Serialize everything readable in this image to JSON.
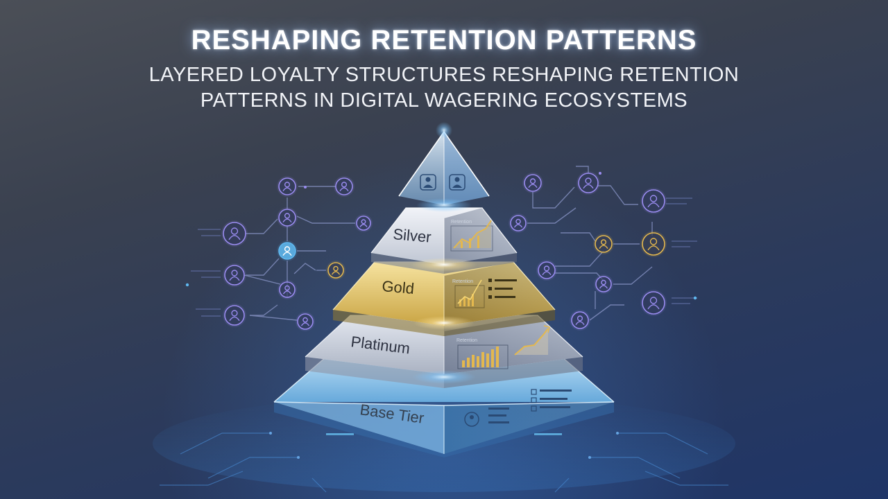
{
  "header": {
    "title": "RESHAPING RETENTION PATTERNS",
    "subtitle_line1": "LAYERED LOYALTY STRUCTURES RESHAPING RETENTION",
    "subtitle_line2": "PATTERNS IN DIGITAL WAGERING ECOSYSTEMS"
  },
  "tiers": [
    {
      "label": "Silver",
      "panel_label": "Retention"
    },
    {
      "label": "Gold",
      "panel_label": "Retention"
    },
    {
      "label": "Platinum",
      "panel_label": "Retention"
    },
    {
      "label": "Base Tier"
    }
  ],
  "colors": {
    "gold": "#e6c45a",
    "silver": "#d9dde6",
    "platinum": "#c9ced8",
    "base": "#7fc3ee",
    "node_purple": "#9a8cf0",
    "node_blue": "#5fb8f0",
    "node_gold": "#e4b84e"
  },
  "icons": [
    "user-icon",
    "bar-chart-icon",
    "line-chart-icon",
    "network-node-icon",
    "list-icon"
  ]
}
